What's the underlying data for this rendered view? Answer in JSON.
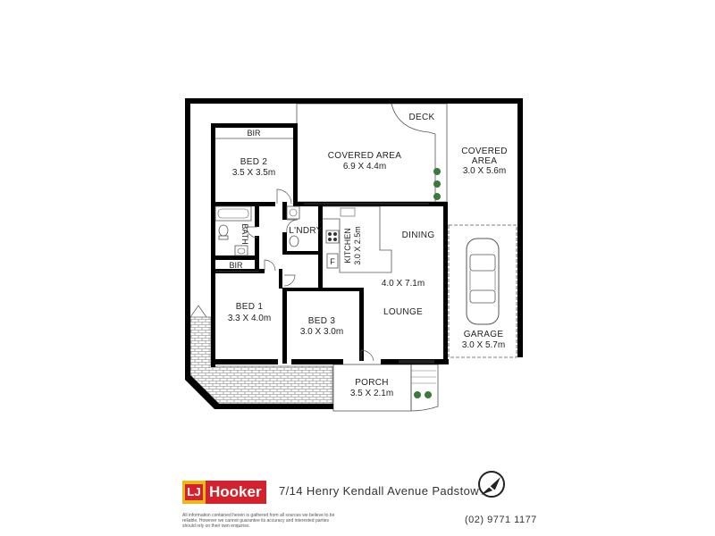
{
  "rooms": {
    "deck": "DECK",
    "covered_area_main": {
      "name": "COVERED AREA",
      "dim": "6.9 X 4.4m"
    },
    "covered_area_side": {
      "name1": "COVERED",
      "name2": "AREA",
      "dim": "3.0 X 5.6m"
    },
    "bed2": {
      "name": "BED 2",
      "dim": "3.5 X 3.5m"
    },
    "bir_top": "BIR",
    "bir_mid": "BIR",
    "bath": "BATH",
    "laundry": "L'NDRY",
    "kitchen": {
      "name": "KITCHEN",
      "dim": "3.0 X 2.5m"
    },
    "dining": "DINING",
    "fridge": "F",
    "living": {
      "dim": "4.0 X 7.1m",
      "name": "LOUNGE"
    },
    "bed1": {
      "name": "BED 1",
      "dim": "3.3 X 4.0m"
    },
    "bed3": {
      "name": "BED 3",
      "dim": "3.0 X 3.0m"
    },
    "garage": {
      "name": "GARAGE",
      "dim": "3.0 X 5.7m"
    },
    "porch": {
      "name": "PORCH",
      "dim": "3.5 X 2.1m"
    }
  },
  "footer": {
    "brand_mark": "LJ",
    "brand_word": "Hooker",
    "address": "7/14 Henry Kendall Avenue Padstow",
    "phone": "(02) 9771 1177",
    "disclaimer": "All information contained herein is gathered from all sources we believe to be reliable. However we cannot guarantee its accuracy and interested parties should rely on their own enquiries."
  },
  "colors": {
    "brand_red": "#d3212d",
    "brand_yellow": "#e8b917",
    "wall": "#000000"
  },
  "icons": [
    "north-arrow-icon",
    "car-icon",
    "stove-icon",
    "sink-icon",
    "toilet-icon",
    "bathtub-icon",
    "shrub-icon"
  ]
}
